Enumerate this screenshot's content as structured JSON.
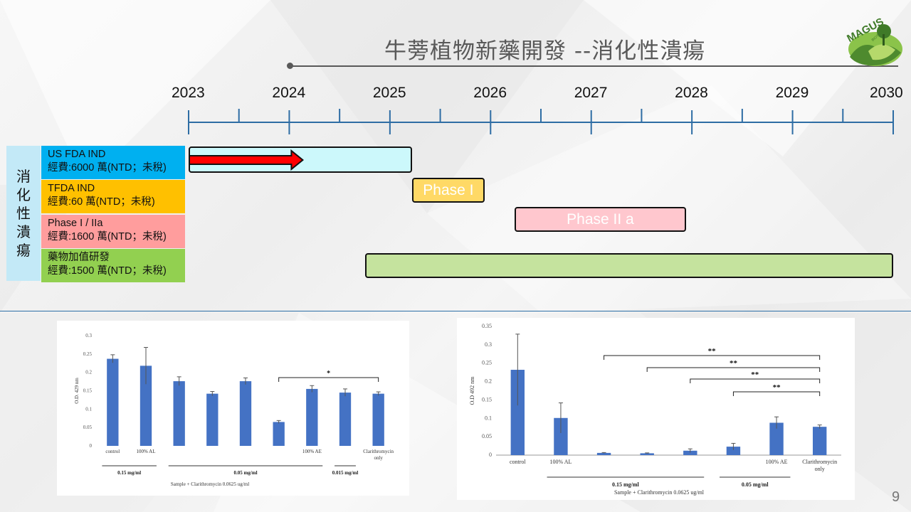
{
  "title": "牛蒡植物新藥開發 --消化性潰瘍",
  "logo": {
    "text": "MAGUS",
    "subtext": "BIOTECH"
  },
  "timeline": {
    "years": [
      "2023",
      "2024",
      "2025",
      "2026",
      "2027",
      "2028",
      "2029",
      "2030"
    ],
    "side_label": "消化性潰瘍",
    "rows": [
      {
        "name": "US FDA IND",
        "cost": "經費:6000 萬(NTD；未稅)",
        "color": "#00b0f0"
      },
      {
        "name": "TFDA IND",
        "cost": "經費:60 萬(NTD；未稅)",
        "color": "#ffc000"
      },
      {
        "name": "Phase I / IIa",
        "cost": "經費:1600 萬(NTD；未稅)",
        "color": "#ff9d9d"
      },
      {
        "name": "藥物加值研發",
        "cost": "經費:1500 萬(NTD；未稅)",
        "color": "#92d050"
      }
    ],
    "bars": [
      {
        "label": "",
        "start": 2023.0,
        "end": 2025.22,
        "color": "#ccf8fb",
        "arrow_end": 2024.12
      },
      {
        "label": "Phase I",
        "start": 2025.22,
        "end": 2025.94,
        "color": "#ffd966"
      },
      {
        "label": "Phase II a",
        "start": 2026.24,
        "end": 2027.94,
        "color": "#ffc7ce"
      },
      {
        "label": "",
        "start": 2024.75,
        "end": 2030.0,
        "color": "#c5e39e"
      }
    ]
  },
  "chart_data": [
    {
      "type": "bar",
      "categories": [
        "control",
        "100% AL",
        "",
        "",
        "",
        "",
        "100% AE",
        "",
        "Clarithromycin only"
      ],
      "values": [
        0.237,
        0.218,
        0.176,
        0.142,
        0.176,
        0.065,
        0.155,
        0.145,
        0.142
      ],
      "errors": [
        0.011,
        0.05,
        0.012,
        0.006,
        0.009,
        0.004,
        0.009,
        0.01,
        0.005
      ],
      "ylabel": "O.D. 429 nm",
      "ylim": [
        0,
        0.3
      ],
      "yticks": [
        "0",
        "0.05",
        "0.1",
        "0.15",
        "0.2",
        "0.25",
        "0.3"
      ],
      "groups": [
        {
          "label": "0.15 mg/ml",
          "from": 0,
          "to": 1
        },
        {
          "label": "0.05 mg/ml",
          "from": 2,
          "to": 6
        },
        {
          "label": "0.015 mg/ml",
          "from": 7,
          "to": 7
        }
      ],
      "significance": [
        {
          "from": 5,
          "to": 8,
          "label": "*"
        }
      ],
      "xlabel": "Sample + Clarithromycin 0.0625 ug/ml"
    },
    {
      "type": "bar",
      "categories": [
        "control",
        "100% AL",
        "",
        "",
        "",
        "",
        "100% AE",
        "Clarithromycin only"
      ],
      "values": [
        0.232,
        0.101,
        0.006,
        0.005,
        0.012,
        0.023,
        0.088,
        0.077
      ],
      "errors": [
        0.097,
        0.041,
        0.001,
        0.001,
        0.005,
        0.009,
        0.016,
        0.005
      ],
      "ylabel": "O.D 492 nm",
      "ylim": [
        0,
        0.35
      ],
      "yticks": [
        "0",
        "0.05",
        "0.1",
        "0.15",
        "0.2",
        "0.25",
        "0.3",
        "0.35"
      ],
      "groups": [
        {
          "label": "0.15 mg/ml",
          "from": 1,
          "to": 4
        },
        {
          "label": "0.05 mg/ml",
          "from": 5,
          "to": 6
        }
      ],
      "significance": [
        {
          "from": 2,
          "to": 7,
          "label": "**"
        },
        {
          "from": 3,
          "to": 7,
          "label": "**"
        },
        {
          "from": 4,
          "to": 7,
          "label": "**"
        },
        {
          "from": 5,
          "to": 7,
          "label": "**"
        }
      ],
      "xlabel": "Sample + Clarithromycin 0.0625 ug/ml"
    }
  ],
  "page_number": "9"
}
